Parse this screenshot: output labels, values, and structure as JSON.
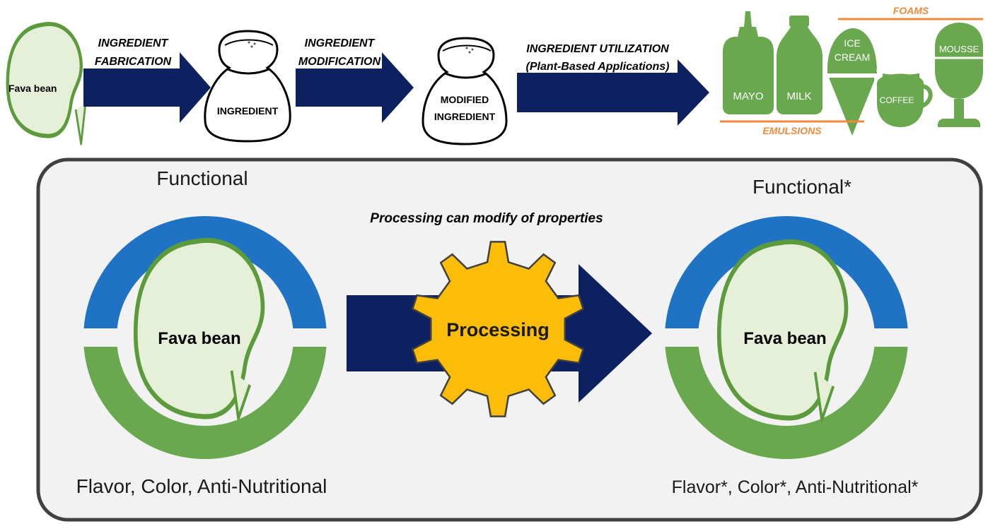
{
  "top_flow": {
    "start_bean_label": "Fava bean",
    "arrow1_line1": "INGREDIENT",
    "arrow1_line2": "FABRICATION",
    "bag1_label": "INGREDIENT",
    "arrow2_line1": "INGREDIENT",
    "arrow2_line2": "MODIFICATION",
    "bag2_line1": "MODIFIED",
    "bag2_line2": "INGREDIENT",
    "arrow3_line1": "INGREDIENT UTILIZATION",
    "arrow3_line2": "(Plant-Based Applications)"
  },
  "applications": {
    "foams_label": "FOAMS",
    "emulsions_label": "EMULSIONS",
    "mayo": "MAYO",
    "milk": "MILK",
    "ice_cream_line1": "ICE",
    "ice_cream_line2": "CREAM",
    "coffee": "COFFEE",
    "mousse": "MOUSSE"
  },
  "panel": {
    "left_top_label": "Functional",
    "left_bottom_label": "Flavor, Color, Anti-Nutritional",
    "left_bean_label": "Fava bean",
    "center_caption": "Processing can modify of properties",
    "gear_label": "Processing",
    "right_top_label": "Functional*",
    "right_bottom_label": "Flavor*, Color*, Anti-Nutritional*",
    "right_bean_label": "Fava bean"
  },
  "colors": {
    "navy": "#0d2160",
    "green": "#6aa84f",
    "bean_fill": "#e6f0d8",
    "bean_outline": "#5c9b3c",
    "blue": "#1f72c4",
    "gear": "#fbbd08",
    "orange": "#f08a3c",
    "panel_bg": "#f2f2f2",
    "panel_border": "#404040"
  }
}
